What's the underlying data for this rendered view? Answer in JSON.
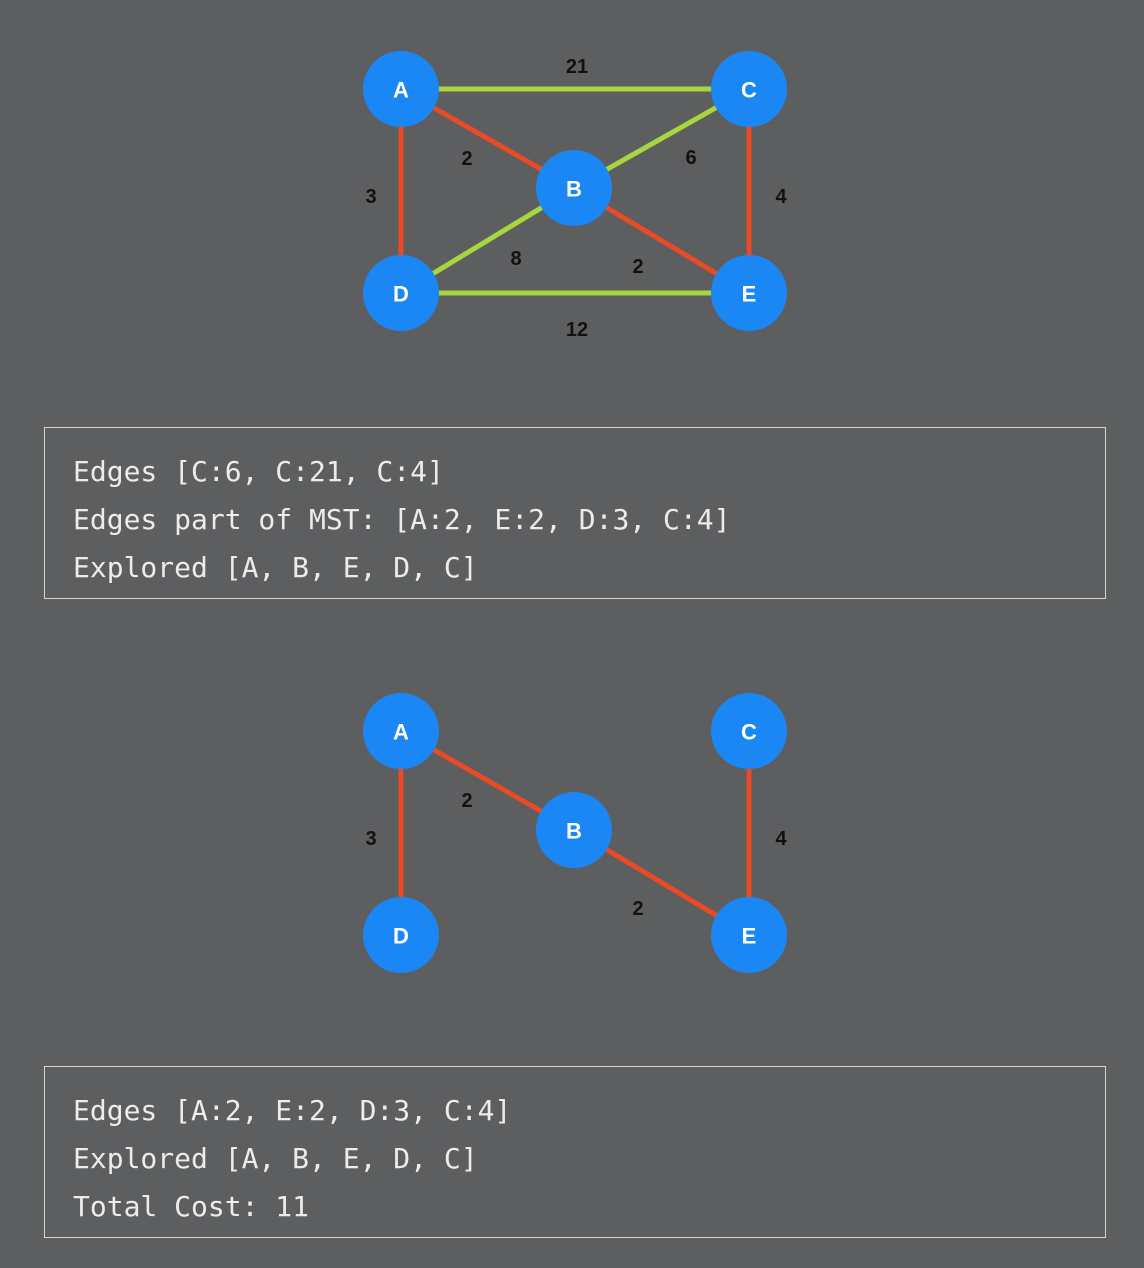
{
  "colors": {
    "node": "#1b87f4",
    "mst_edge": "#e84b25",
    "non_mst_edge": "#a6d640",
    "background": "#5d5e60"
  },
  "nodes": [
    {
      "id": "A",
      "label": "A"
    },
    {
      "id": "B",
      "label": "B"
    },
    {
      "id": "C",
      "label": "C"
    },
    {
      "id": "D",
      "label": "D"
    },
    {
      "id": "E",
      "label": "E"
    }
  ],
  "graph_full": {
    "edges": [
      {
        "from": "A",
        "to": "C",
        "weight": "21",
        "in_mst": false
      },
      {
        "from": "A",
        "to": "B",
        "weight": "2",
        "in_mst": true
      },
      {
        "from": "A",
        "to": "D",
        "weight": "3",
        "in_mst": true
      },
      {
        "from": "B",
        "to": "C",
        "weight": "6",
        "in_mst": false
      },
      {
        "from": "C",
        "to": "E",
        "weight": "4",
        "in_mst": true
      },
      {
        "from": "B",
        "to": "D",
        "weight": "8",
        "in_mst": false
      },
      {
        "from": "B",
        "to": "E",
        "weight": "2",
        "in_mst": true
      },
      {
        "from": "D",
        "to": "E",
        "weight": "12",
        "in_mst": false
      }
    ]
  },
  "graph_mst": {
    "edges": [
      {
        "from": "A",
        "to": "B",
        "weight": "2",
        "in_mst": true
      },
      {
        "from": "A",
        "to": "D",
        "weight": "3",
        "in_mst": true
      },
      {
        "from": "C",
        "to": "E",
        "weight": "4",
        "in_mst": true
      },
      {
        "from": "B",
        "to": "E",
        "weight": "2",
        "in_mst": true
      }
    ]
  },
  "panel_1": {
    "lines": [
      "Edges [C:6, C:21, C:4]",
      "Edges part of MST: [A:2, E:2, D:3, C:4]",
      "Explored [A, B, E, D, C]"
    ]
  },
  "panel_2": {
    "lines": [
      "Edges [A:2, E:2, D:3, C:4]",
      "Explored [A, B, E, D, C]",
      "Total Cost: 11"
    ]
  }
}
